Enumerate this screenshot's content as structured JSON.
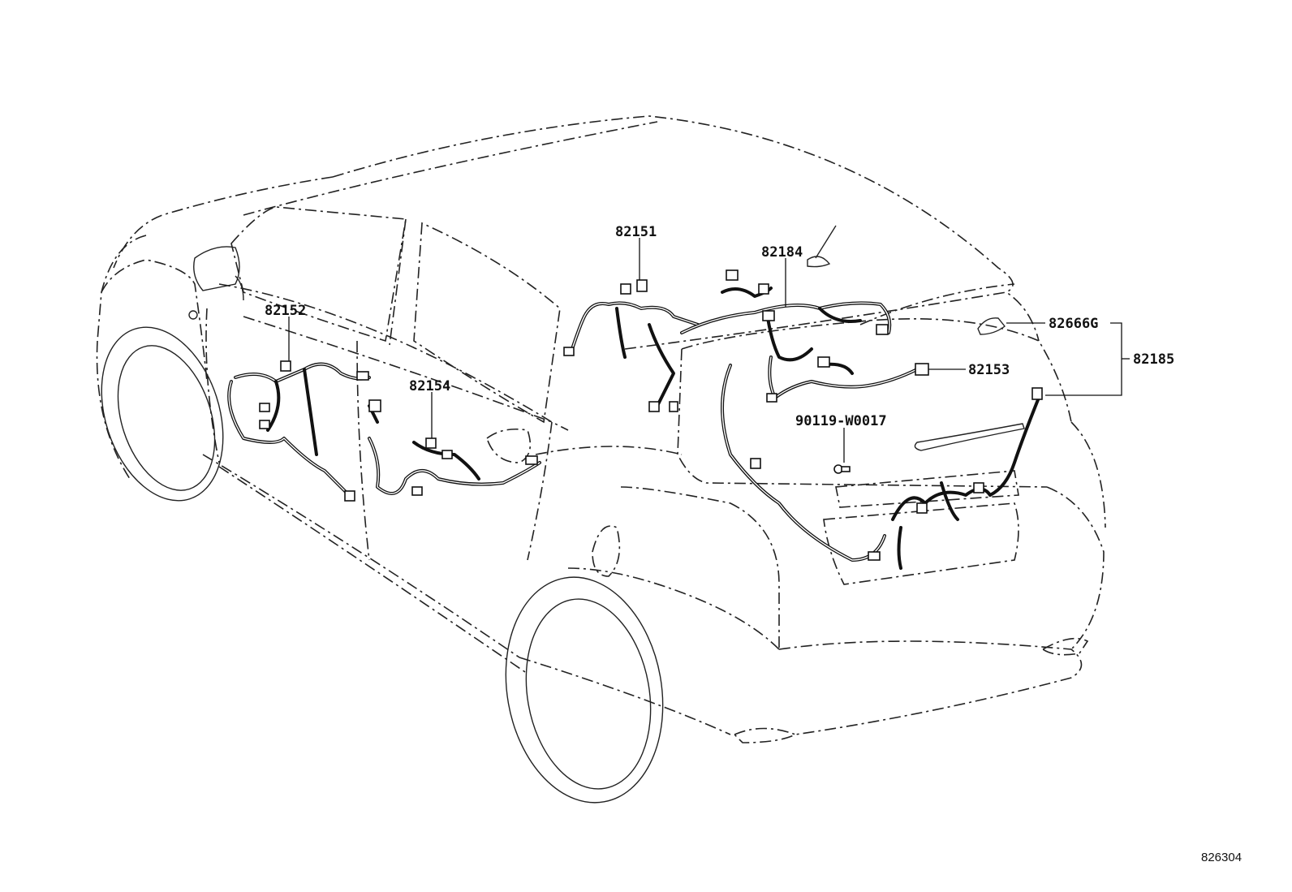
{
  "diagram": {
    "parts": [
      {
        "key": "p82151",
        "label": "82151"
      },
      {
        "key": "p82184",
        "label": "82184"
      },
      {
        "key": "p82152",
        "label": "82152"
      },
      {
        "key": "p82154",
        "label": "82154"
      },
      {
        "key": "p82666G",
        "label": "82666G"
      },
      {
        "key": "p82185",
        "label": "82185"
      },
      {
        "key": "p82153",
        "label": "82153"
      },
      {
        "key": "p90119",
        "label": "90119-W0017"
      }
    ],
    "illustration_number": "826304"
  }
}
